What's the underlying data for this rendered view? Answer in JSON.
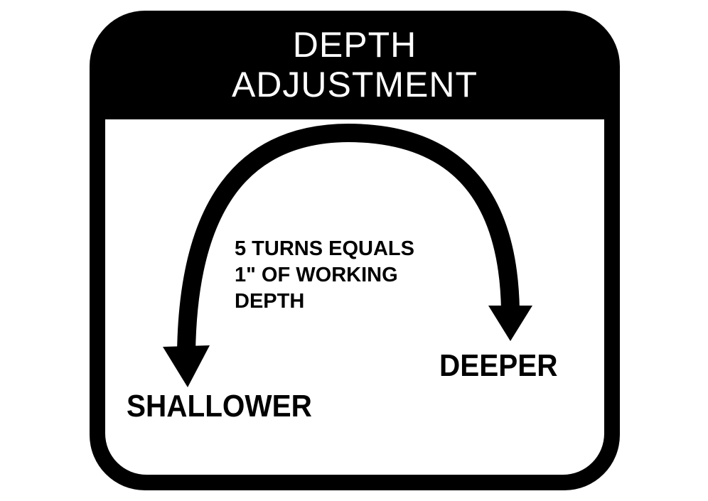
{
  "header": {
    "title_line1": "DEPTH",
    "title_line2": "ADJUSTMENT"
  },
  "instruction": {
    "line1": "5 TURNS EQUALS",
    "line2": "1\" OF WORKING",
    "line3": "DEPTH"
  },
  "labels": {
    "deeper": "DEEPER",
    "shallower": "SHALLOWER"
  },
  "colors": {
    "ink": "#000000",
    "background": "#ffffff"
  },
  "icons": {
    "arrow": "double-headed-curved-arrow-icon"
  }
}
